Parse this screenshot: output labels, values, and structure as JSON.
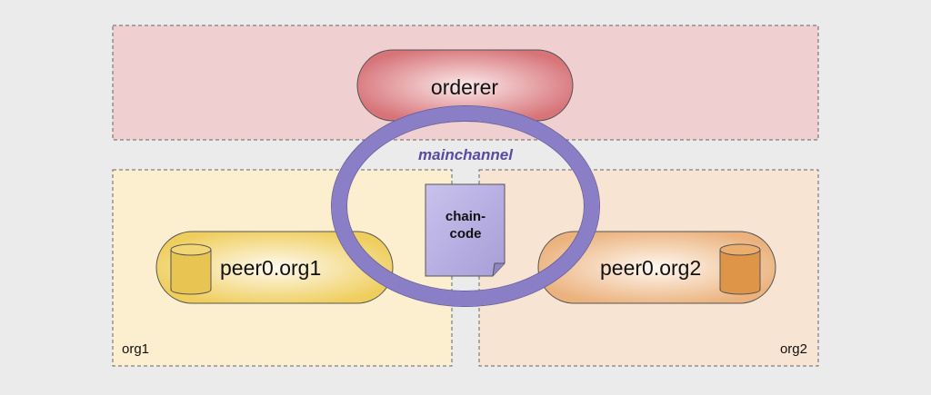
{
  "regions": {
    "orderer_zone": {
      "fill": "#efcfcf"
    },
    "org1": {
      "label": "org1",
      "fill": "#fcefcf"
    },
    "org2": {
      "label": "org2",
      "fill": "#f7e4d2"
    }
  },
  "nodes": {
    "orderer": {
      "label": "orderer",
      "color": "#d9787c"
    },
    "peer_org1": {
      "label": "peer0.org1",
      "color": "#f1d36a"
    },
    "peer_org2": {
      "label": "peer0.org2",
      "color": "#eeb987"
    }
  },
  "channel": {
    "label": "mainchannel",
    "color": "#8a7fc6",
    "label_color": "#5a4aa0"
  },
  "chaincode": {
    "line1": "chain-",
    "line2": "code",
    "color": "#b9b0e0"
  },
  "colors": {
    "background": "#ebebeb",
    "text": "#111111",
    "border": "#555555",
    "db_org1": "#e8c452",
    "db_org2": "#de9548"
  },
  "icons": [
    "database-icon-org1",
    "database-icon-org2",
    "document-icon-chaincode"
  ]
}
